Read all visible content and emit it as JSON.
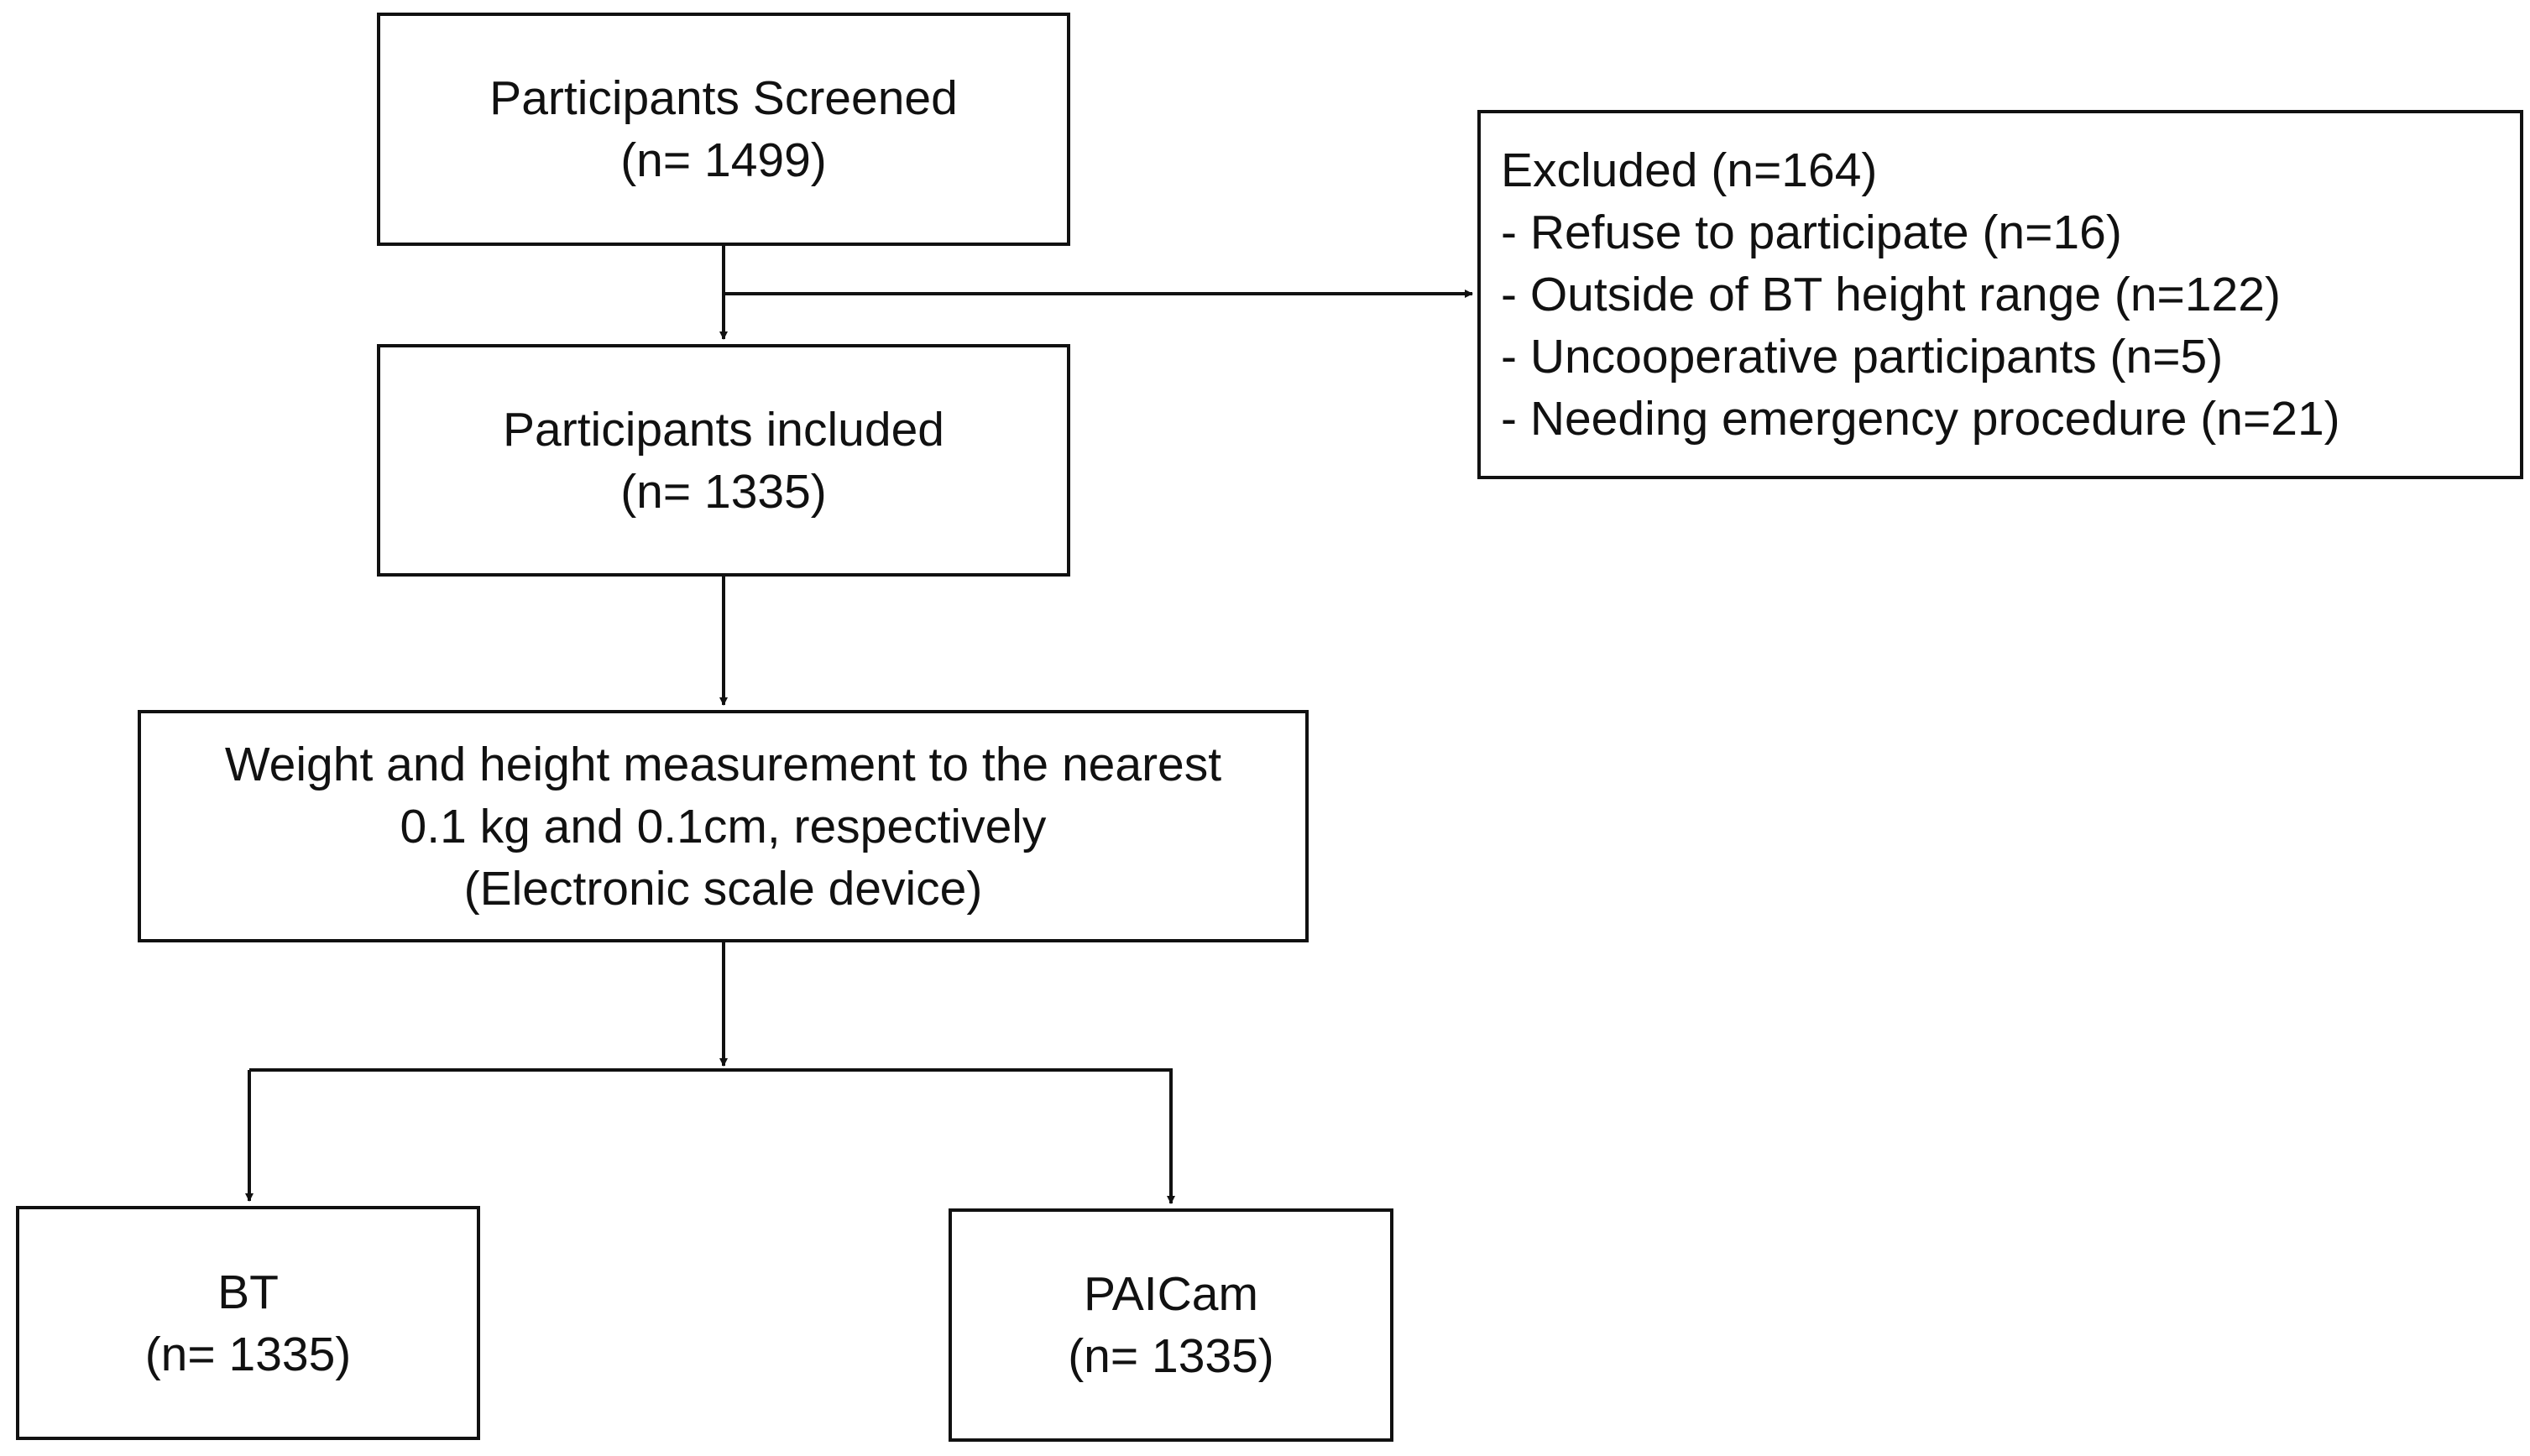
{
  "nodes": {
    "screened": {
      "lines": [
        "Participants Screened",
        "(n= 1499)"
      ]
    },
    "excluded": {
      "lines": [
        "Excluded (n=164)",
        "- Refuse to participate (n=16)",
        "- Outside of BT height range (n=122)",
        "- Uncooperative participants (n=5)",
        "- Needing emergency procedure (n=21)"
      ]
    },
    "included": {
      "lines": [
        "Participants included",
        "(n= 1335)"
      ]
    },
    "measurement": {
      "lines": [
        "Weight and height measurement to the nearest",
        "0.1 kg and 0.1cm, respectively",
        "(Electronic scale device)"
      ]
    },
    "bt": {
      "lines": [
        "BT",
        "(n= 1335)"
      ]
    },
    "paicam": {
      "lines": [
        "PAICam",
        "(n= 1335)"
      ]
    }
  },
  "edges": [
    {
      "from": "screened",
      "to": "included"
    },
    {
      "from": "screened",
      "to": "excluded"
    },
    {
      "from": "included",
      "to": "measurement"
    },
    {
      "from": "measurement",
      "to": "bt"
    },
    {
      "from": "measurement",
      "to": "paicam"
    }
  ],
  "colors": {
    "stroke": "#111111",
    "text": "#111111",
    "background": "#ffffff"
  }
}
